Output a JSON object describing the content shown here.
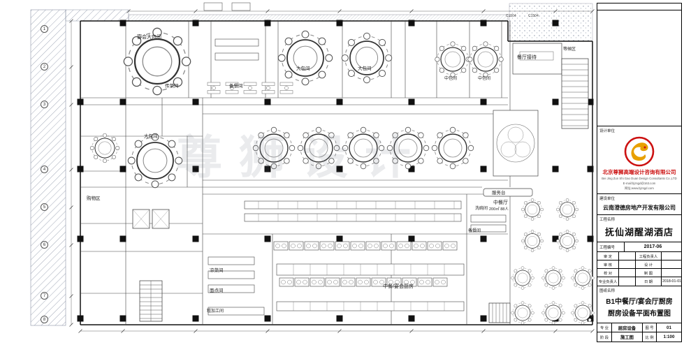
{
  "title_block": {
    "design_unit_label": "设计单位",
    "company_cn": "北京尊狮高端设计咨询有限公司",
    "company_en": "Bei Jing Zun Shi Gao Duan Design Consultants Co.,LTD",
    "email": "E-mail:bjzsgd@163.com",
    "website": "网址:www.bjzsgd.com",
    "client_label": "建设单位",
    "client_name": "云南澄德房地产开发有限公司",
    "project_label": "工程名称",
    "project_name": "抚仙湖醒湖酒店",
    "project_no_label": "工程编号",
    "project_no": "2017-06",
    "sign_rows": [
      [
        "审 定",
        "",
        "工程负责人",
        ""
      ],
      [
        "审 核",
        "",
        "设 计",
        ""
      ],
      [
        "校 对",
        "",
        "制 图",
        ""
      ],
      [
        "专业负责人",
        "",
        "日 期",
        "2018-01-01"
      ]
    ],
    "drawing_label": "图纸名称",
    "drawing_title1": "B1中餐厅/宴会厅厨房",
    "drawing_title2": "厨房设备平面布置图",
    "spec_label": "专 业",
    "spec_value": "厨房设备",
    "sheet_label": "图 号",
    "sheet_value": "01",
    "stage_label": "阶 段",
    "stage_value": "施工图",
    "scale_label": "比 例",
    "scale_value": "1:100"
  },
  "plan": {
    "watermark": "尊狮设计",
    "rooms": [
      "餐厅接待",
      "等候区",
      "宴会大包间",
      "大包间",
      "大包间",
      "中包间",
      "中包间",
      "传菜间",
      "备餐间",
      "大包间",
      "购物区",
      "服务台",
      "中餐厅",
      "200㎡ 88人",
      "备餐间",
      "凉菜间",
      "面点间",
      "中餐/宴会厨房",
      "洗碗间",
      "粗加工间"
    ],
    "grid_labels": [
      "1",
      "2",
      "3",
      "4",
      "5",
      "6",
      "7",
      "8"
    ],
    "window_tags": [
      "C1504",
      "C1504"
    ],
    "colors": {
      "line": "#333333",
      "column": "#111111",
      "accent_red": "#cc1111",
      "accent_yellow": "#e8a000"
    }
  }
}
